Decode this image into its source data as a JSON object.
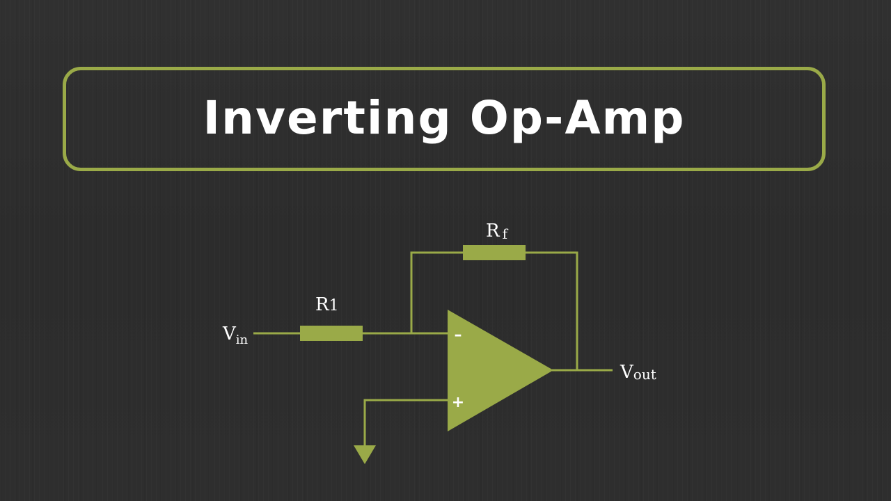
{
  "title": "Inverting Op-Amp",
  "circuit": {
    "vin": {
      "main": "V",
      "sub": "in"
    },
    "vout": {
      "main": "V",
      "sub": "out"
    },
    "r1": {
      "main": "R",
      "sub": "1"
    },
    "rf": {
      "main": "R",
      "sub": "f"
    },
    "inverting_sign": "–",
    "noninverting_sign": "+"
  },
  "colors": {
    "accent": "#9aaa48",
    "background": "#2f2f2f",
    "text": "#ffffff"
  }
}
